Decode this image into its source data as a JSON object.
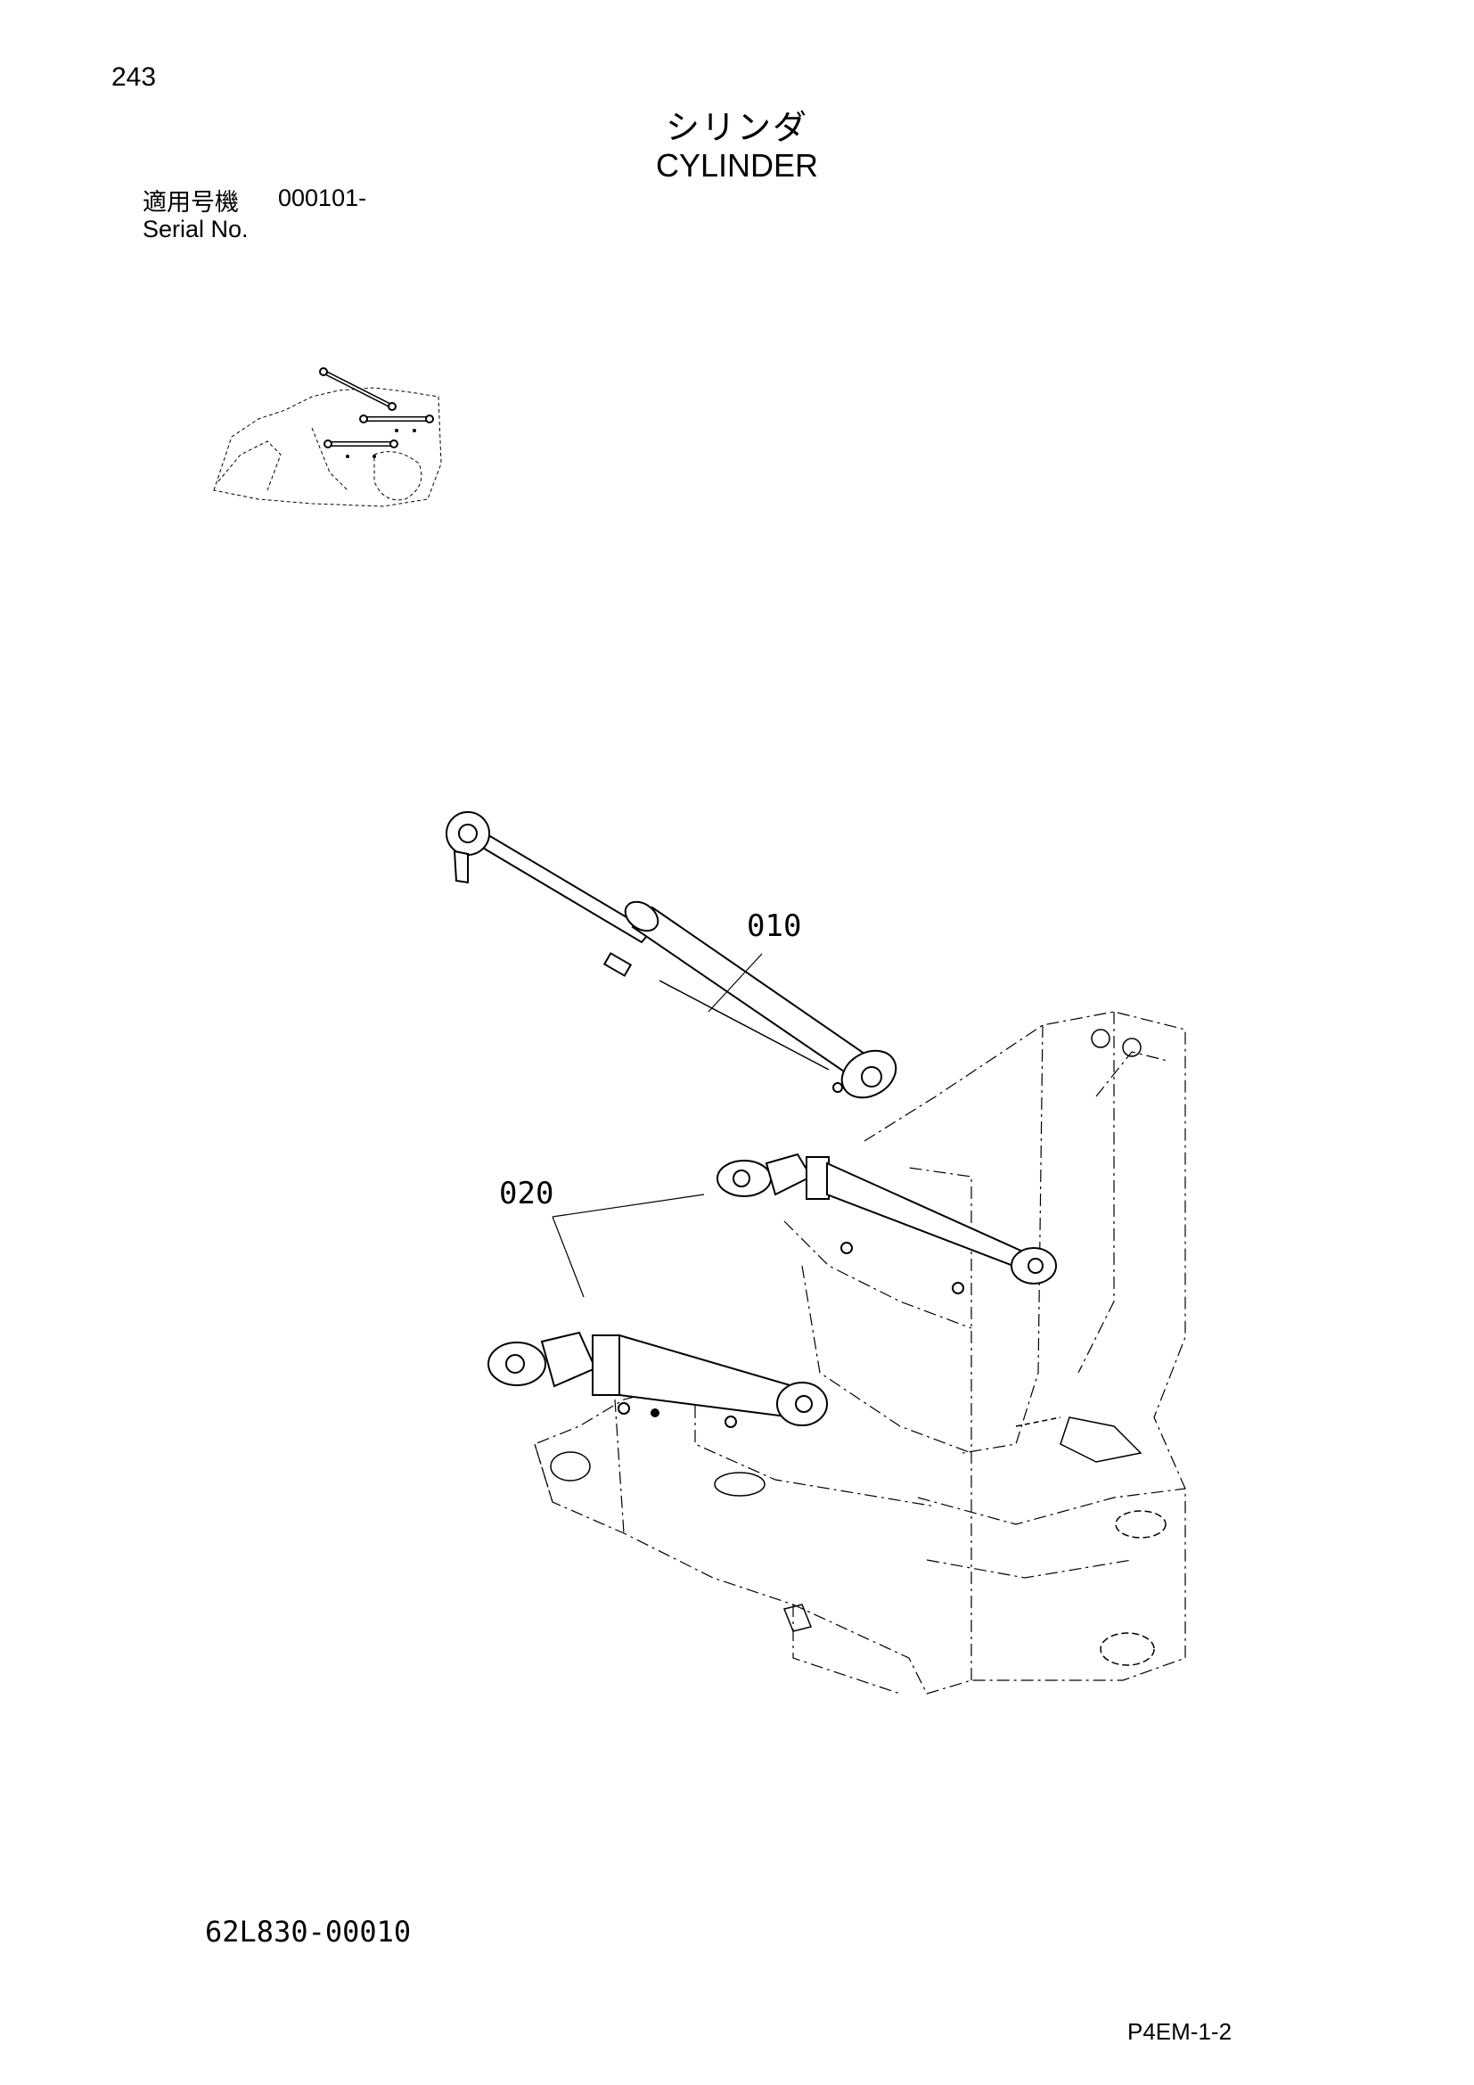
{
  "page": {
    "number": "243",
    "title_jp": "シリンダ",
    "title_en": "CYLINDER",
    "serial_label_jp": "適用号機",
    "serial_value": "000101-",
    "serial_label_en": "Serial No.",
    "drawing_number": "62L830-00010",
    "page_code": "P4EM-1-2"
  },
  "callouts": {
    "part_010": "010",
    "part_020": "020"
  }
}
